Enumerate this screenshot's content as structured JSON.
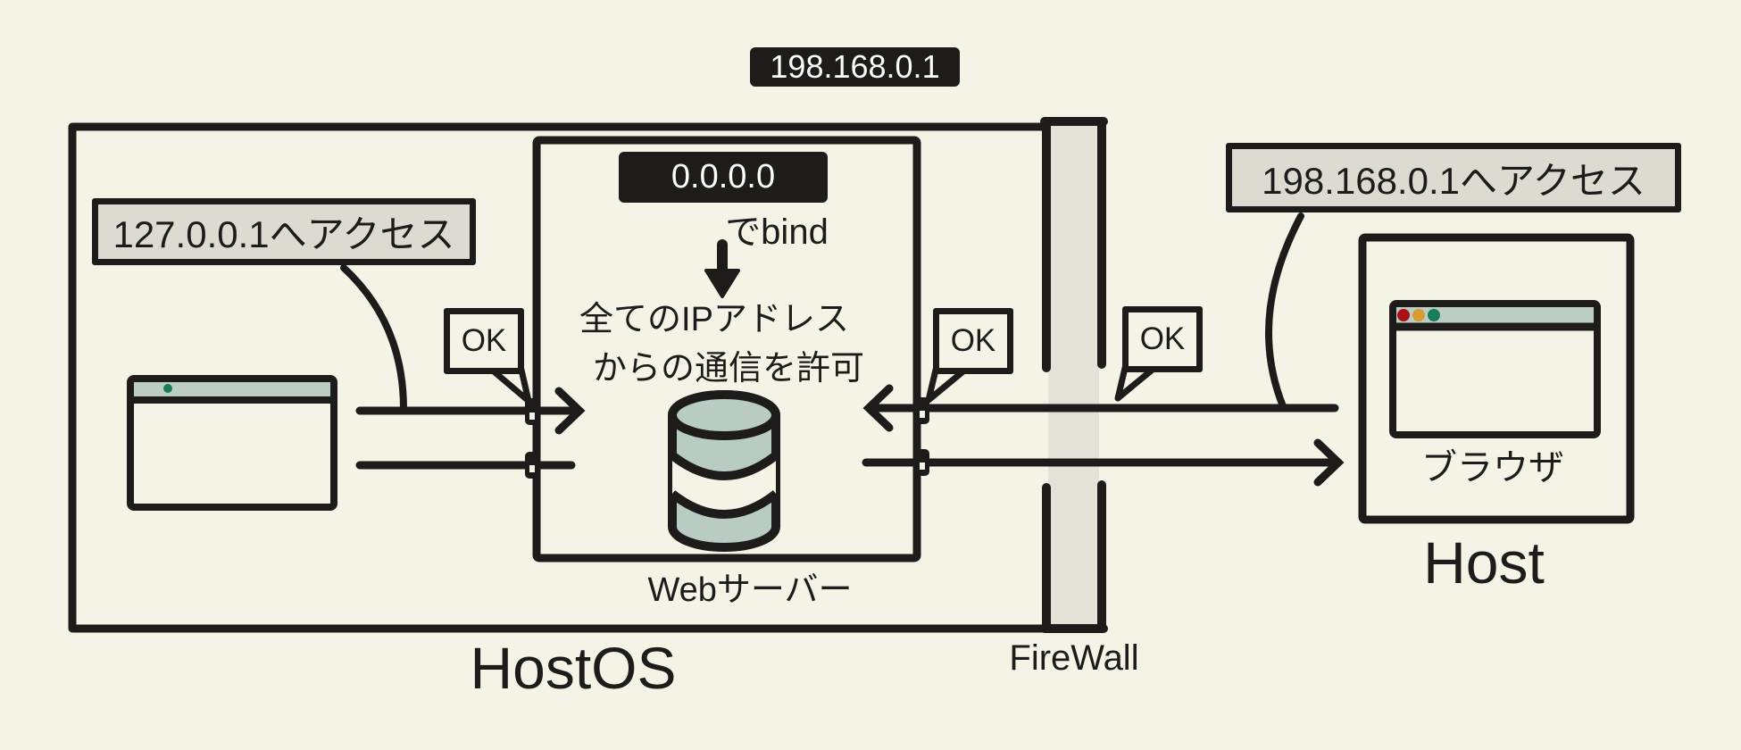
{
  "diagram_title_implicit": "Web server 0.0.0.0 bind network diagram",
  "colors": {
    "background": "#f5f3e6",
    "ink": "#1d1c1a",
    "note_bg": "#dcdbd2",
    "firewall_fill": "#e3e2d7",
    "titlebar_fill": "#bccdc5",
    "db_fill": "#b9ccc3",
    "dot_red": "#ab1117",
    "dot_yellow": "#d79c2d",
    "dot_green": "#177d5a",
    "chip_text": "#fdfdfa"
  },
  "top_ip_label": "198.168.0.1",
  "host_os": {
    "title": "HostOS",
    "local_access_label": "127.0.0.1へアクセス"
  },
  "web_server": {
    "bind_ip": "0.0.0.0",
    "bind_suffix": "でbind",
    "allow_line1": "全てのIPアドレス",
    "allow_line2": "からの通信を許可",
    "caption": "Webサーバー"
  },
  "firewall": {
    "caption": "FireWall"
  },
  "host": {
    "title": "Host",
    "access_label": "198.168.0.1へアクセス",
    "browser_caption": "ブラウザ"
  },
  "ok_badges": [
    "OK",
    "OK",
    "OK"
  ]
}
